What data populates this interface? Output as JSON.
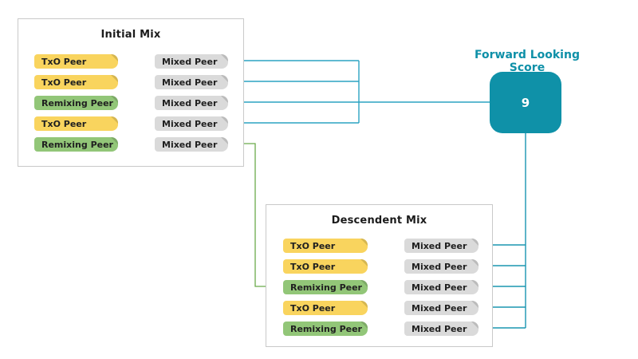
{
  "initial_mix": {
    "title": "Initial Mix",
    "left": [
      {
        "label": "TxO Peer"
      },
      {
        "label": "TxO Peer"
      },
      {
        "label": "Remixing Peer"
      },
      {
        "label": "TxO Peer"
      },
      {
        "label": "Remixing Peer"
      }
    ],
    "right": [
      {
        "label": "Mixed Peer"
      },
      {
        "label": "Mixed Peer"
      },
      {
        "label": "Mixed Peer"
      },
      {
        "label": "Mixed Peer"
      },
      {
        "label": "Mixed Peer"
      }
    ]
  },
  "descendent_mix": {
    "title": "Descendent Mix",
    "left": [
      {
        "label": "TxO Peer"
      },
      {
        "label": "TxO Peer"
      },
      {
        "label": "Remixing Peer"
      },
      {
        "label": "TxO Peer"
      },
      {
        "label": "Remixing Peer"
      }
    ],
    "right": [
      {
        "label": "Mixed Peer"
      },
      {
        "label": "Mixed Peer"
      },
      {
        "label": "Mixed Peer"
      },
      {
        "label": "Mixed Peer"
      },
      {
        "label": "Mixed Peer"
      }
    ]
  },
  "score": {
    "title": "Forward Looking Score",
    "value": "9"
  },
  "colors": {
    "txo_peer": "#F9D45E",
    "remixing_peer": "#92C678",
    "mixed_peer": "#DADADA",
    "score_node": "#0F91A8",
    "score_title": "#0E90A8",
    "initial_links": "#2BA4C2",
    "score_links": "#1A95B0",
    "remix_link": "#6BAA4B",
    "panel_border": "#C9C9C9"
  }
}
